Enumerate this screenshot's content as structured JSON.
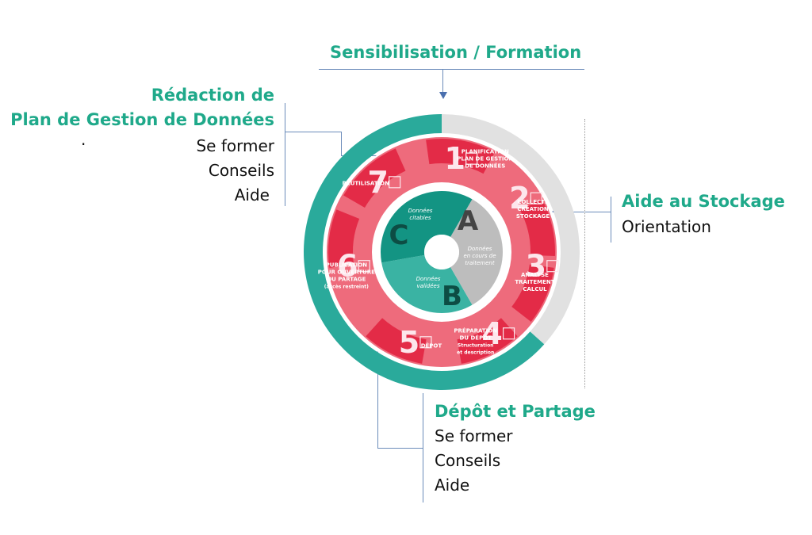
{
  "colors": {
    "teal": "#2aaa9b",
    "grey_ring": "#e1e1e1",
    "pink": "#ee6b7c",
    "red": "#e0203e",
    "heading_green": "#1fa98a",
    "connector": "#6b8cba"
  },
  "callouts": {
    "top": {
      "title": "Sensibilisation / Formation"
    },
    "left": {
      "title_line1": "Rédaction de",
      "title_line2": "Plan de Gestion de Données",
      "bullet": "·",
      "items": [
        "Se former",
        "Conseils",
        "Aide"
      ]
    },
    "right": {
      "title": "Aide au Stockage",
      "items": [
        "Orientation"
      ]
    },
    "bottom": {
      "title": "Dépôt et Partage",
      "items": [
        "Se former",
        "Conseils",
        "Aide"
      ]
    }
  },
  "cycle": {
    "steps": [
      {
        "number": "1",
        "label": [
          "PLANIFICATION",
          "PLAN DE GESTION",
          "DE DONNÉES"
        ],
        "icon": "clipboard-icon"
      },
      {
        "number": "2",
        "label": [
          "COLLECTE",
          "CRÉATION",
          "STOCKAGE"
        ],
        "icon": "storage-icon"
      },
      {
        "number": "3",
        "label": [
          "ANALYSE",
          "TRAITEMENT",
          "CALCUL"
        ],
        "icon": "computer-icon"
      },
      {
        "number": "4",
        "label": [
          "PRÉPARATION",
          "DU DÉPOT"
        ],
        "sublabel": [
          "Structuration",
          "et description"
        ],
        "icon": "grid-icon"
      },
      {
        "number": "5",
        "label": [
          "DÉPOT"
        ],
        "icon": "deposit-icon"
      },
      {
        "number": "6",
        "label": [
          "PUBLICATION",
          "POUR OUVERTURE",
          "OU PARTAGE"
        ],
        "sublabel": [
          "(accès restreint)"
        ],
        "icon": "publish-icon"
      },
      {
        "number": "7",
        "label": [
          "RÉUTILISATION"
        ],
        "icon": "reuse-icon"
      }
    ],
    "center": [
      {
        "letter": "A",
        "text": [
          "Données",
          "en cours de",
          "traitement"
        ]
      },
      {
        "letter": "B",
        "text": [
          "Données",
          "validées"
        ]
      },
      {
        "letter": "C",
        "text": [
          "Données",
          "citables"
        ]
      }
    ]
  }
}
